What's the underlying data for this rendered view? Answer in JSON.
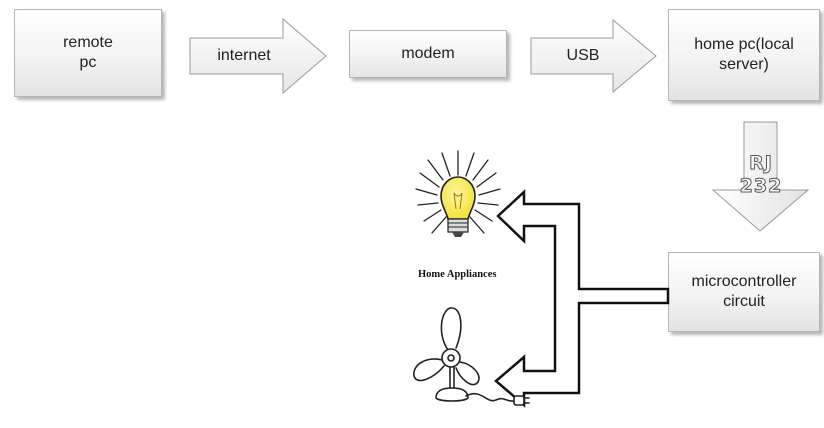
{
  "nodes": {
    "remote_pc": "remote\npc",
    "modem": "modem",
    "home_pc": "home pc(local\nserver)",
    "microcontroller": "microcontroller\ncircuit"
  },
  "connections": {
    "internet": "internet",
    "usb": "USB",
    "rj_line1": "RJ",
    "rj_line2": "232"
  },
  "appliances": {
    "label": "Home Appliances",
    "items": [
      "light-bulb-icon",
      "fan-icon"
    ]
  },
  "colors": {
    "box_border": "#b5b5b5",
    "arrow_outline": "#9a9a9a",
    "bulb_yellow": "#f2e23a"
  }
}
